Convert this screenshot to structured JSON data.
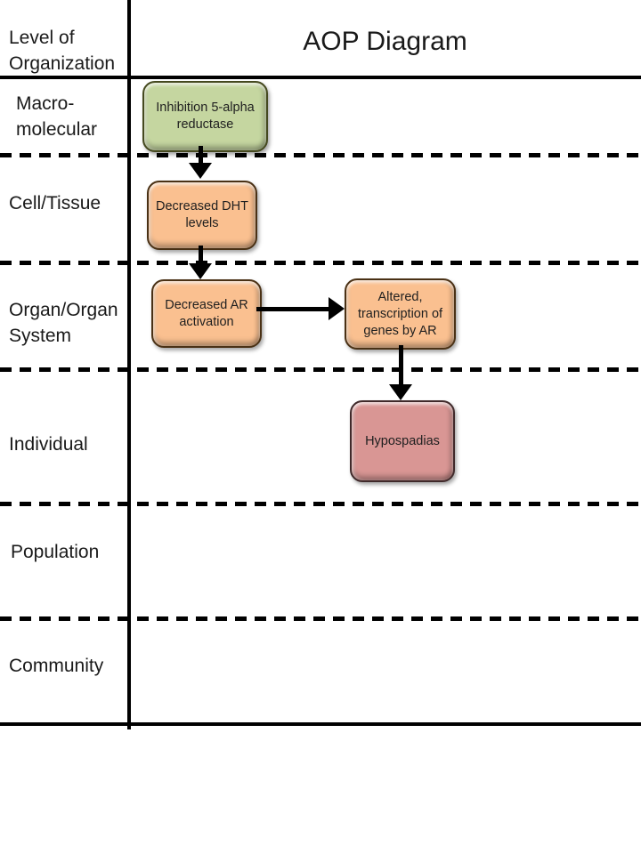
{
  "header": {
    "column_title": "Level of\nOrganization",
    "diagram_title": "AOP Diagram"
  },
  "levels": [
    {
      "label": "Macro-\nmolecular"
    },
    {
      "label": "Cell/Tissue"
    },
    {
      "label": "Organ/Organ\nSystem"
    },
    {
      "label": "Individual"
    },
    {
      "label": "Population"
    },
    {
      "label": "Community"
    }
  ],
  "nodes": [
    {
      "id": "inhibition-5-alpha-reductase",
      "label": "Inhibition 5-alpha\nreductase",
      "level": "Macro-molecular",
      "fill": "#c5d6a0",
      "border": "#45491f"
    },
    {
      "id": "decreased-dht-levels",
      "label": "Decreased DHT\nlevels",
      "level": "Cell/Tissue",
      "fill": "#fac090",
      "border": "#4a3115"
    },
    {
      "id": "decreased-ar-activation",
      "label": "Decreased AR\nactivation",
      "level": "Organ/Organ System",
      "fill": "#fac090",
      "border": "#4a3115"
    },
    {
      "id": "altered-transcription-of-genes-by-ar",
      "label": "Altered,\ntranscription of\ngenes by AR",
      "level": "Organ/Organ System",
      "fill": "#fac090",
      "border": "#4a3115"
    },
    {
      "id": "hypospadias",
      "label": "Hypospadias",
      "level": "Individual",
      "fill": "#d99694",
      "border": "#402a2b"
    }
  ],
  "edges": [
    {
      "from": "inhibition-5-alpha-reductase",
      "to": "decreased-dht-levels",
      "direction": "down"
    },
    {
      "from": "decreased-dht-levels",
      "to": "decreased-ar-activation",
      "direction": "down"
    },
    {
      "from": "decreased-ar-activation",
      "to": "altered-transcription-of-genes-by-ar",
      "direction": "right"
    },
    {
      "from": "altered-transcription-of-genes-by-ar",
      "to": "hypospadias",
      "direction": "down"
    }
  ],
  "colors": {
    "line": "#000000",
    "background": "#ffffff",
    "text": "#1a1a1a"
  }
}
